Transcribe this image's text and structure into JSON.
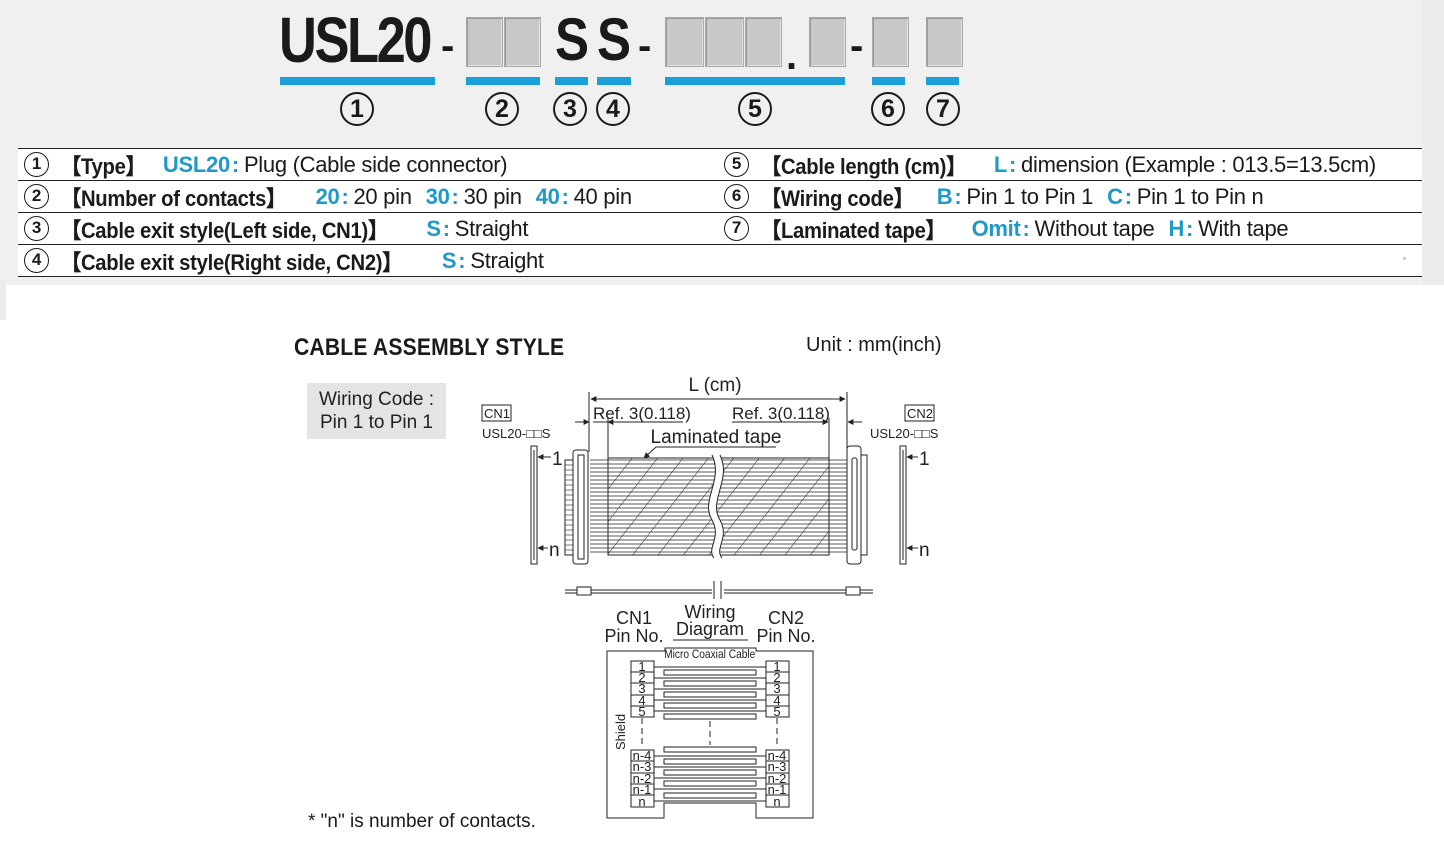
{
  "part_number": {
    "prefix": "USL20",
    "dash": "-",
    "fixed_s1": "S",
    "fixed_s2": "S",
    "dot": ".",
    "segments": [
      {
        "id": 1,
        "label": "1"
      },
      {
        "id": 2,
        "label": "2"
      },
      {
        "id": 3,
        "label": "3"
      },
      {
        "id": 4,
        "label": "4"
      },
      {
        "id": 5,
        "label": "5"
      },
      {
        "id": 6,
        "label": "6"
      },
      {
        "id": 7,
        "label": "7"
      }
    ]
  },
  "accent_color": "#1f9ac8",
  "spec_table": {
    "rows": [
      {
        "left": {
          "num": "1",
          "label": "【Type】",
          "options": [
            {
              "code": "USL20",
              "desc": "Plug (Cable side connector)"
            }
          ]
        },
        "right": {
          "num": "5",
          "label": "【Cable length (cm)】",
          "options": [
            {
              "code": "L",
              "desc": "dimension (Example : 013.5=13.5cm)"
            }
          ]
        }
      },
      {
        "left": {
          "num": "2",
          "label": "【Number of contacts】",
          "options": [
            {
              "code": "20",
              "desc": "20 pin"
            },
            {
              "code": "30",
              "desc": "30 pin"
            },
            {
              "code": "40",
              "desc": "40 pin"
            }
          ]
        },
        "right": {
          "num": "6",
          "label": "【Wiring code】",
          "options": [
            {
              "code": "B",
              "desc": "Pin 1 to Pin 1"
            },
            {
              "code": "C",
              "desc": "Pin 1 to Pin n"
            }
          ]
        }
      },
      {
        "left": {
          "num": "3",
          "label": "【Cable exit style(Left side, CN1)】",
          "options": [
            {
              "code": "S",
              "desc": "Straight"
            }
          ]
        },
        "right": {
          "num": "7",
          "label": "【Laminated tape】",
          "options": [
            {
              "code": "Omit",
              "desc": "Without tape"
            },
            {
              "code": "H",
              "desc": "With tape"
            }
          ]
        }
      },
      {
        "left": {
          "num": "4",
          "label": "【Cable exit style(Right side, CN2)】",
          "options": [
            {
              "code": "S",
              "desc": "Straight"
            }
          ]
        },
        "right": null
      }
    ],
    "colon": ":"
  },
  "assembly": {
    "title": "CABLE ASSEMBLY STYLE",
    "unit": "Unit : mm(inch)",
    "wiring_code_line1": "Wiring Code :",
    "wiring_code_line2": "Pin 1 to Pin 1",
    "length_label": "L (cm)",
    "ref_left": "Ref. 3(0.118)",
    "ref_right": "Ref. 3(0.118)",
    "laminated_tape": "Laminated tape",
    "cn1_tag": "CN1",
    "cn2_tag": "CN2",
    "cn1_part": "USL20-□□S",
    "cn2_part": "USL20-□□S",
    "pin_first": "1",
    "pin_last": "n"
  },
  "wiring_diagram": {
    "cn1_header_line1": "CN1",
    "cn1_header_line2": "Pin No.",
    "center_header_line1": "Wiring",
    "center_header_line2": "Diagram",
    "cn2_header_line1": "CN2",
    "cn2_header_line2": "Pin No.",
    "cable_label": "Micro Coaxial Cable",
    "shield_label": "Shield",
    "top_pins": [
      "1",
      "2",
      "3",
      "4",
      "5"
    ],
    "bottom_pins": [
      "n-4",
      "n-3",
      "n-2",
      "n-1",
      "n"
    ]
  },
  "footnote": "* \"n\" is number of contacts."
}
